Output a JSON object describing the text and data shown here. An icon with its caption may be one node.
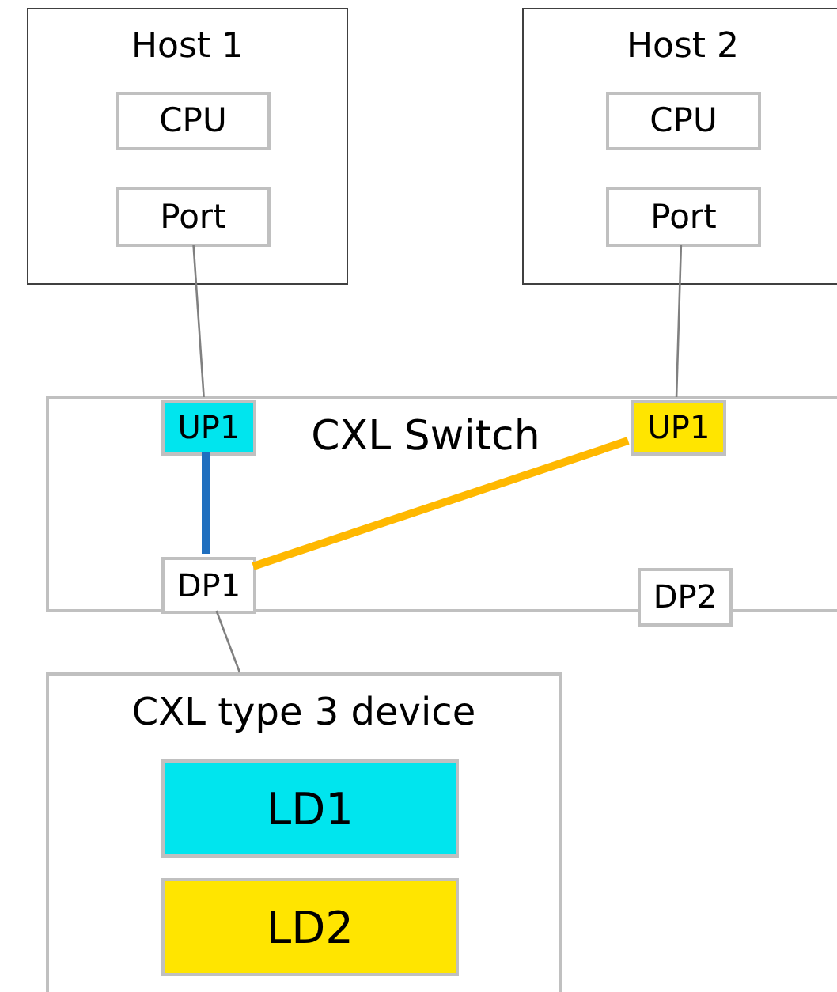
{
  "diagram": {
    "nodes": [
      {
        "text": [
          "Host 1"
        ]
      },
      {
        "text": [
          "CPU"
        ],
        "in": 0
      },
      {
        "text": [
          "Port"
        ],
        "in": 0
      },
      {
        "text": [
          "Host 2"
        ]
      },
      {
        "text": [
          "CPU"
        ],
        "in": 3
      },
      {
        "text": [
          "Port"
        ],
        "in": 3
      },
      {
        "text": [
          "CXL Switch"
        ]
      },
      {
        "text": [
          "UP1"
        ],
        "in": 6
      },
      {
        "text": [
          "UP1"
        ],
        "in": 6
      },
      {
        "text": [
          "DP1"
        ],
        "in": 6
      },
      {
        "text": [
          "DP2"
        ],
        "in": 6
      },
      {
        "text": [
          "CXL type 3 device"
        ]
      },
      {
        "text": [
          "LD1"
        ],
        "in": 11
      },
      {
        "text": [
          "LD2"
        ],
        "in": 11
      }
    ],
    "edges": [
      {
        "from": 2,
        "to": 7,
        "arrow": "none"
      },
      {
        "from": 5,
        "to": 8,
        "arrow": "none"
      },
      {
        "from": 7,
        "to": 9,
        "arrow": "none",
        "style": "thick",
        "color": "#1f6fbf"
      },
      {
        "from": 8,
        "to": 9,
        "arrow": "none",
        "style": "thick",
        "color": "#ffb800"
      },
      {
        "from": 9,
        "to": 11,
        "arrow": "none"
      }
    ]
  }
}
